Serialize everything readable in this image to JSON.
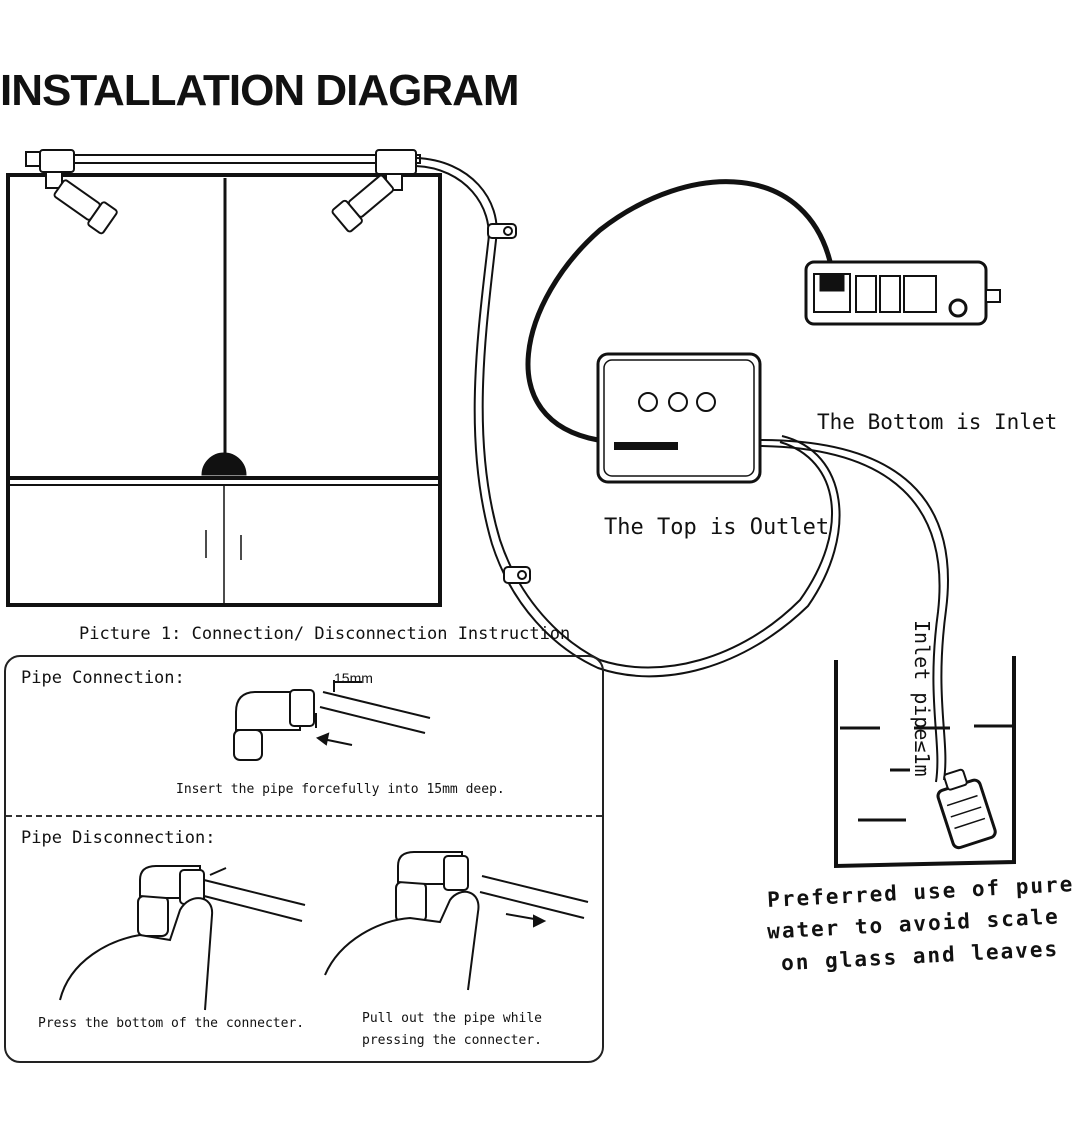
{
  "title": "INSTALLATION DIAGRAM",
  "labels": {
    "bottom_inlet": "The Bottom is Inlet",
    "top_outlet": "The Top is Outlet",
    "inlet_pipe": "Inlet pipe≤1m",
    "preferred_line1": "Preferred use of pure",
    "preferred_line2": "water to avoid scale",
    "preferred_line3": "on glass and leaves",
    "picture_caption": "Picture 1: Connection/ Disconnection Instruction"
  },
  "connection": {
    "heading": "Pipe Connection:",
    "depth": "15mm",
    "instruction": "Insert the pipe forcefully into 15mm deep."
  },
  "disconnection": {
    "heading": "Pipe Disconnection:",
    "step1": "Press the bottom of the connecter.",
    "step2_line1": "Pull out the pipe while",
    "step2_line2": "pressing the connecter."
  }
}
